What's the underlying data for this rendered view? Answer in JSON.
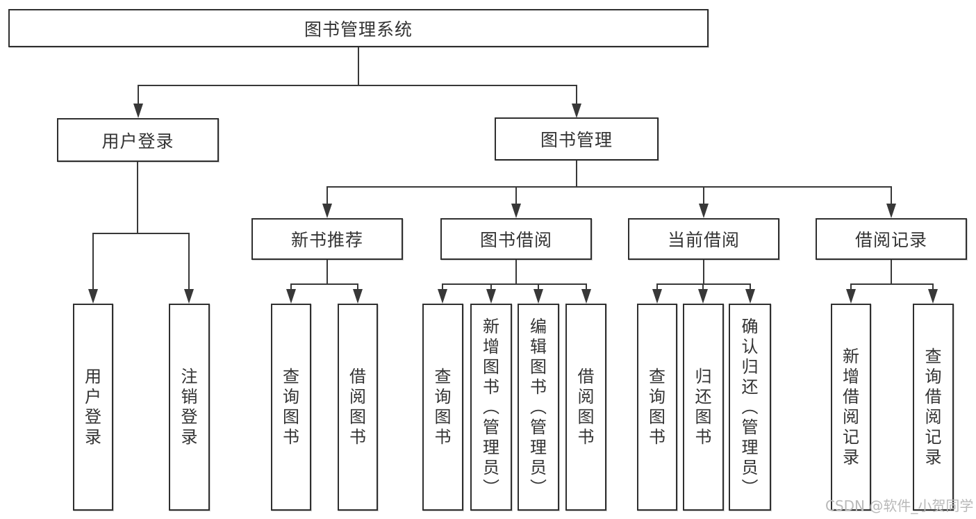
{
  "title": "图书管理系统",
  "tree": {
    "label": "图书管理系统",
    "children": [
      {
        "label": "用户登录",
        "children": [
          {
            "label": "用户登录"
          },
          {
            "label": "注销登录"
          }
        ]
      },
      {
        "label": "图书管理",
        "children": [
          {
            "label": "新书推荐",
            "children": [
              {
                "label": "查询图书"
              },
              {
                "label": "借阅图书"
              }
            ]
          },
          {
            "label": "图书借阅",
            "children": [
              {
                "label": "查询图书"
              },
              {
                "label": "新增图书（管理员）"
              },
              {
                "label": "编辑图书（管理员）"
              },
              {
                "label": "借阅图书"
              }
            ]
          },
          {
            "label": "当前借阅",
            "children": [
              {
                "label": "查询图书"
              },
              {
                "label": "归还图书"
              },
              {
                "label": "确认归还（管理员）"
              }
            ]
          },
          {
            "label": "借阅记录",
            "children": [
              {
                "label": "新增借阅记录"
              },
              {
                "label": "查询借阅记录"
              }
            ]
          }
        ]
      }
    ]
  },
  "watermark": {
    "text": "CSDN @软件_小贺同学",
    "color": "#b9b9b9"
  },
  "colors": {
    "line": "#383838",
    "box_border": "#2f2f2f",
    "text": "#333333",
    "background": "#ffffff"
  }
}
